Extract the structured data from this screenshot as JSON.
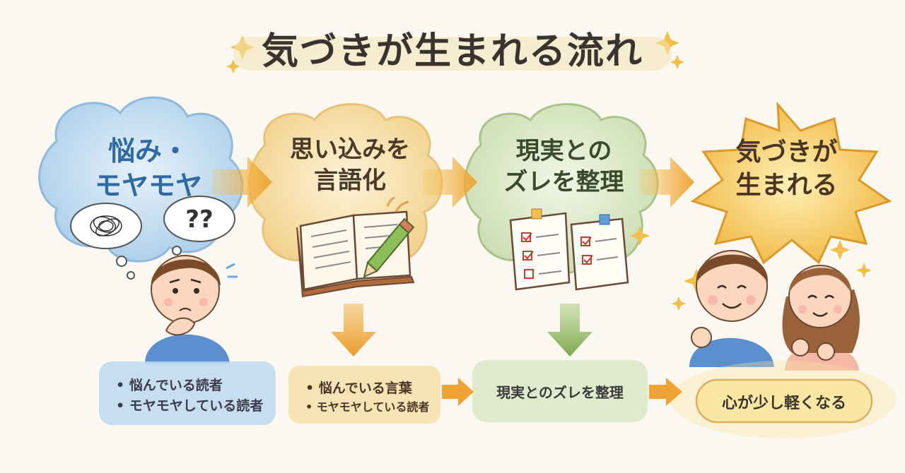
{
  "title": "気づきが生まれる流れ",
  "stages": [
    {
      "label": "悩み・\nモヤモヤ",
      "color": "#2f6aa3"
    },
    {
      "label": "思い込みを\n言語化",
      "color": "#4a3a28"
    },
    {
      "label": "現実との\nズレを整理",
      "color": "#3a4a2c"
    },
    {
      "label": "気づきが\n生まれる",
      "color": "#4a3520"
    }
  ],
  "thought_bubble": {
    "text": "??"
  },
  "boxes": [
    {
      "lines": [
        "• 悩んでいる読者",
        "• モヤモヤしている読者"
      ]
    },
    {
      "lines": [
        "• 悩んでいる言葉",
        "• モヤモヤしている読者"
      ]
    },
    {
      "lines": [
        "現実とのズレを整理"
      ]
    },
    {
      "lines": [
        "心が少し軽くなる"
      ]
    }
  ],
  "colors": {
    "blue": "#bcd9ee",
    "orange": "#f6dfa8",
    "green": "#dbe7c6",
    "gold": "#f4c64e"
  }
}
